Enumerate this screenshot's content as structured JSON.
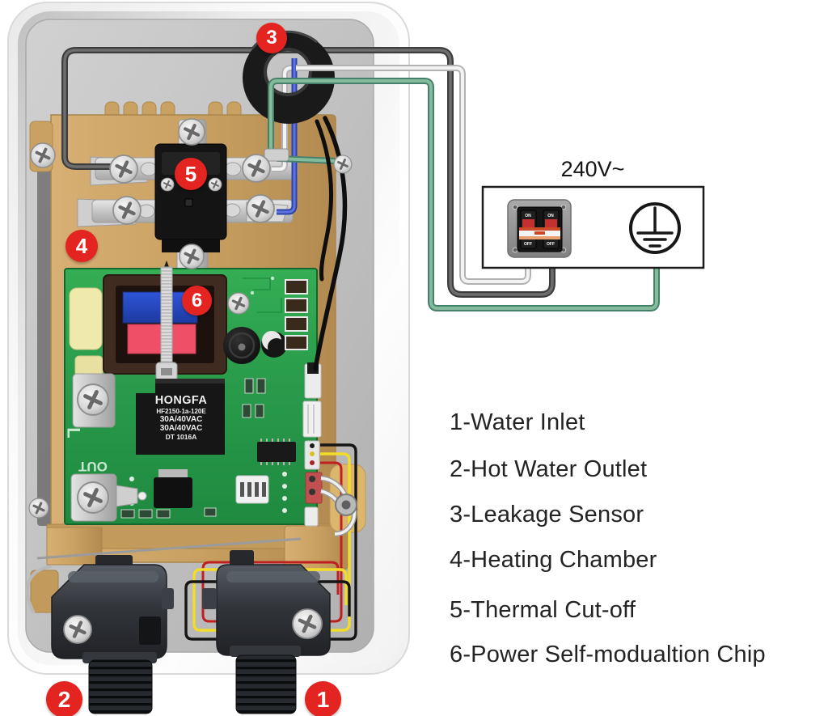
{
  "diagram": {
    "voltage_label": "240V~",
    "legend": {
      "items": [
        {
          "label": "1-Water Inlet"
        },
        {
          "label": "2-Hot Water Outlet"
        },
        {
          "label": "3-Leakage Sensor"
        },
        {
          "label": "4-Heating Chamber"
        },
        {
          "label": "5-Thermal Cut-off"
        },
        {
          "label": "6-Power Self-modualtion Chip"
        }
      ]
    },
    "callouts": [
      {
        "number": "1"
      },
      {
        "number": "2"
      },
      {
        "number": "3"
      },
      {
        "number": "4"
      },
      {
        "number": "5"
      },
      {
        "number": "6"
      }
    ],
    "power_switch": {
      "on_label": "ON",
      "off_label": "OFF"
    },
    "relay": {
      "brand": "HONGFA",
      "model": "HF2150-1a-120E",
      "rating_line1": "30A/40VAC",
      "rating_line2": "30A/40VAC",
      "date_code": "DT 1016A"
    },
    "pcb_markings": {
      "live": "L",
      "out": "OUT"
    },
    "colors": {
      "callout": "#e42420",
      "pcb_green": "#2ba14a",
      "chamber_tan": "#cda467",
      "ground_wire": "#6fae90",
      "neutral_wire": "#ededed",
      "hot_wire": "#4a4a4a",
      "signal_blue": "#4a5fd0"
    }
  }
}
